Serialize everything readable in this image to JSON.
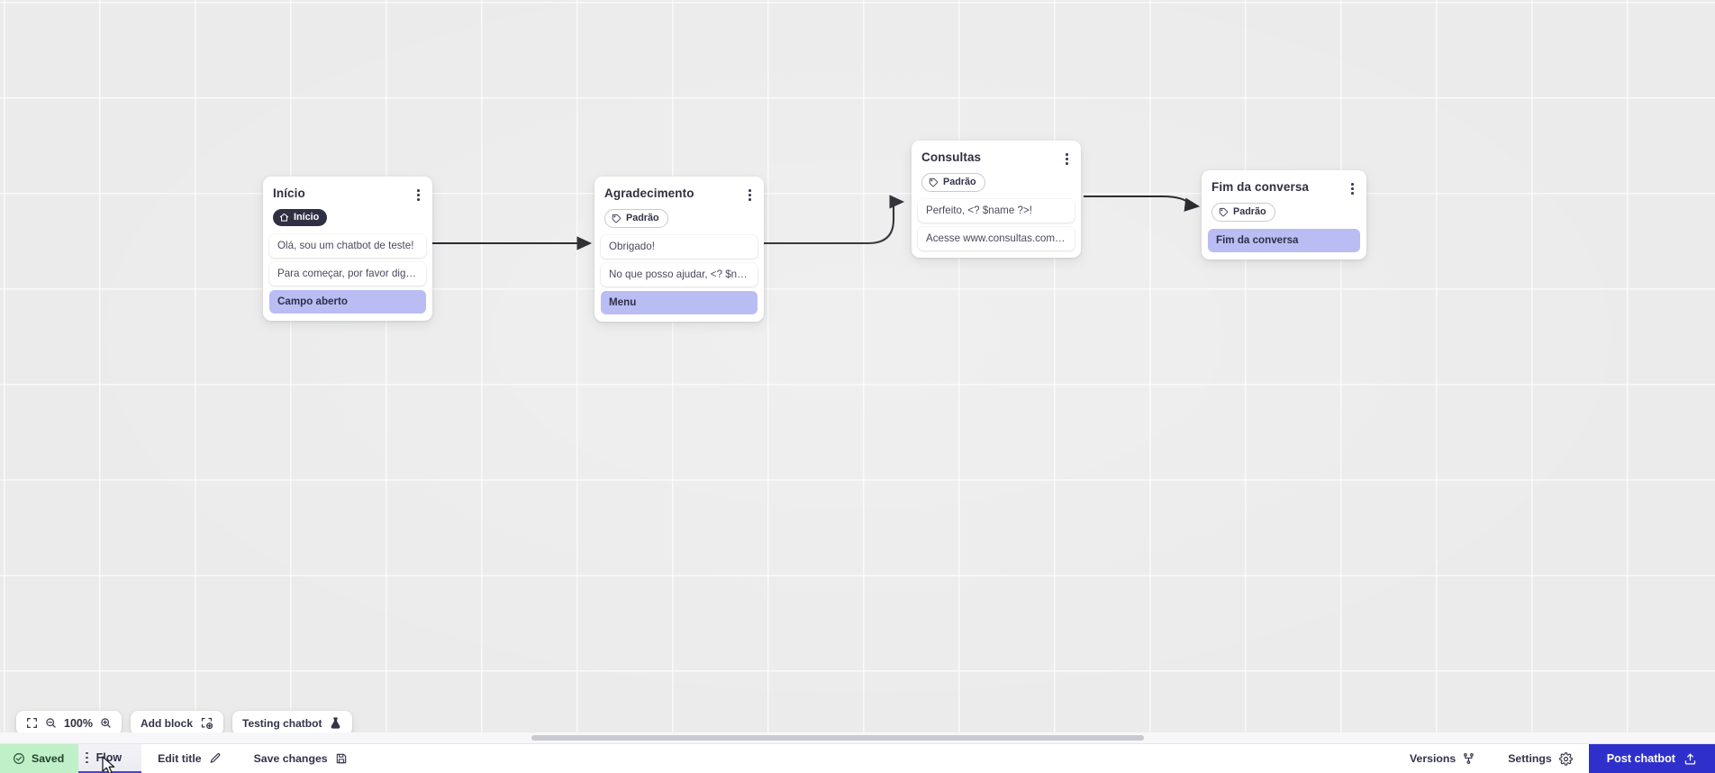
{
  "canvas": {
    "blocks": [
      {
        "id": "inicio",
        "title": "Início",
        "tag": {
          "label": "Início",
          "icon": "home-icon",
          "style": "dark"
        },
        "rows": [
          {
            "text": "Olá, sou um chatbot de teste!",
            "accent": false
          },
          {
            "text": "Para começar, por favor digite o ...",
            "accent": false
          },
          {
            "text": "Campo aberto",
            "accent": true
          }
        ]
      },
      {
        "id": "agradecimento",
        "title": "Agradecimento",
        "tag": {
          "label": "Padrão",
          "icon": "tag-icon",
          "style": "outline"
        },
        "rows": [
          {
            "text": "Obrigado!",
            "accent": false
          },
          {
            "text": "No que posso ajudar, <? $name ...",
            "accent": false
          },
          {
            "text": "Menu",
            "accent": true
          }
        ]
      },
      {
        "id": "consultas",
        "title": "Consultas",
        "tag": {
          "label": "Padrão",
          "icon": "tag-icon",
          "style": "outline"
        },
        "rows": [
          {
            "text": "Perfeito, <? $name ?>!",
            "accent": false
          },
          {
            "text": "Acesse www.consultas.com par...",
            "accent": false
          }
        ]
      },
      {
        "id": "fim",
        "title": "Fim da conversa",
        "tag": {
          "label": "Padrão",
          "icon": "tag-icon",
          "style": "outline"
        },
        "rows": [
          {
            "text": "Fim da conversa",
            "accent": true
          }
        ]
      }
    ]
  },
  "float_toolbar": {
    "fullscreen_icon": "fullscreen-icon",
    "zoom_out_icon": "zoom-out-icon",
    "zoom_level": "100%",
    "zoom_in_icon": "zoom-in-icon",
    "add_block_label": "Add block",
    "add_block_icon": "add-block-icon",
    "testing_chatbot_label": "Testing chatbot",
    "testing_chatbot_icon": "flask-icon"
  },
  "bottom_bar": {
    "saved_label": "Saved",
    "saved_icon": "check-circle-icon",
    "flow_tab_label": "Flow",
    "flow_drag_icon": "drag-handle-icon",
    "edit_title_label": "Edit title",
    "edit_title_icon": "pencil-icon",
    "save_changes_label": "Save changes",
    "save_changes_icon": "floppy-disk-icon",
    "versions_label": "Versions",
    "versions_icon": "branch-icon",
    "settings_label": "Settings",
    "settings_icon": "gear-icon",
    "post_chatbot_label": "Post chatbot",
    "post_chatbot_icon": "upload-icon"
  },
  "colors": {
    "accent_blue": "#2f30cc",
    "saved_green": "#bff0c8",
    "block_accent": "#b9bdf3",
    "tab_underline": "#4a42d6",
    "canvas_bg": "#ebebeb"
  }
}
